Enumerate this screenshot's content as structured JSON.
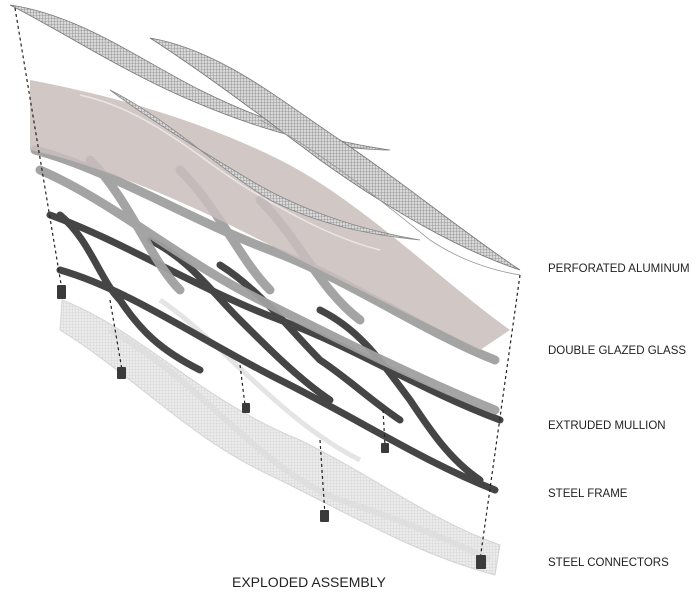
{
  "diagram": {
    "caption": "EXPLODED ASSEMBLY",
    "layers": [
      {
        "label": "PERFORATED ALUMINUM",
        "color": "#6e6e6e"
      },
      {
        "label": "DOUBLE GLAZED GLASS",
        "color": "#cdc4c2"
      },
      {
        "label": "EXTRUDED MULLION",
        "color": "#9a9a9a"
      },
      {
        "label": "STEEL FRAME",
        "color": "#4a4a4a"
      },
      {
        "label": "STEEL CONNECTORS",
        "color": "#3a3a3a"
      }
    ],
    "guide_line_style": "dashed",
    "background": "#ffffff"
  }
}
